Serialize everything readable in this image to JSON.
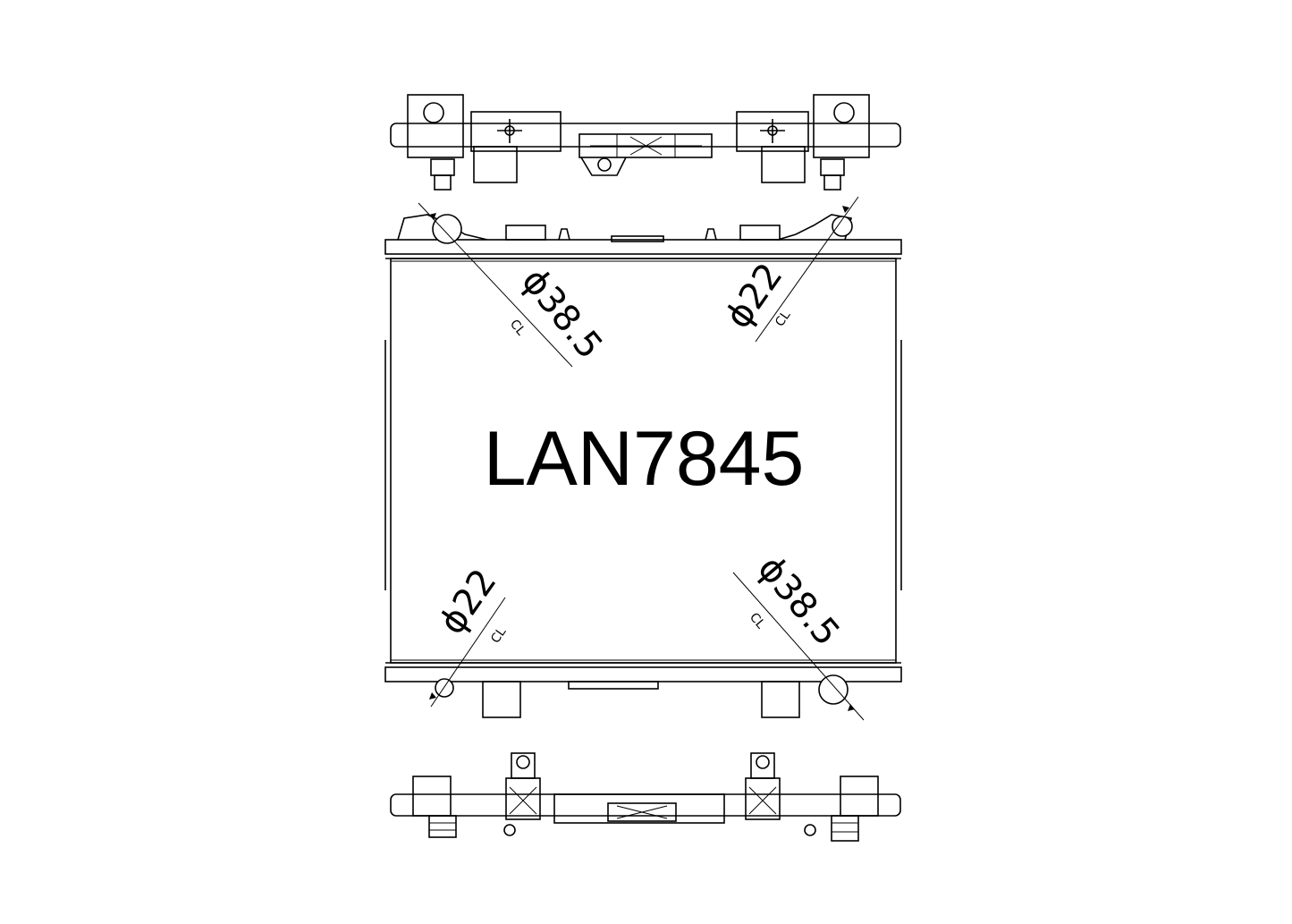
{
  "drawing": {
    "part_number": "LAN7845",
    "dimensions": {
      "top_left_port": "ϕ38.5",
      "top_right_port": "ϕ22",
      "bottom_left_port": "ϕ22",
      "bottom_right_port": "ϕ38.5"
    },
    "centerline_mark": "CL"
  }
}
